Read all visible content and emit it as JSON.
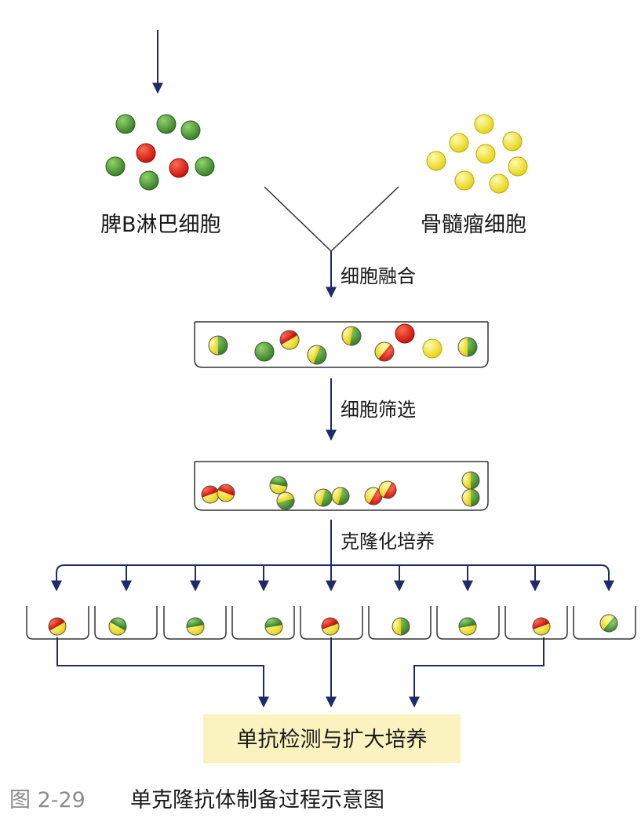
{
  "labels": {
    "spleen_cells": "脾B淋巴细胞",
    "myeloma_cells": "骨髓瘤细胞",
    "step_fusion": "细胞融合",
    "step_screening": "细胞筛选",
    "step_cloning": "克隆化培养",
    "final_box": "单抗检测与扩大培养"
  },
  "caption": {
    "number": "图 2-29",
    "title": "单克隆抗体制备过程示意图"
  },
  "colors": {
    "arrow": "#1f2a6b",
    "b_cell": "#4e9a3a",
    "plasma_red": "#e8201c",
    "myeloma": "#f5ea2e",
    "dish_line": "#333333",
    "final_box_bg": "#faf3c0"
  }
}
